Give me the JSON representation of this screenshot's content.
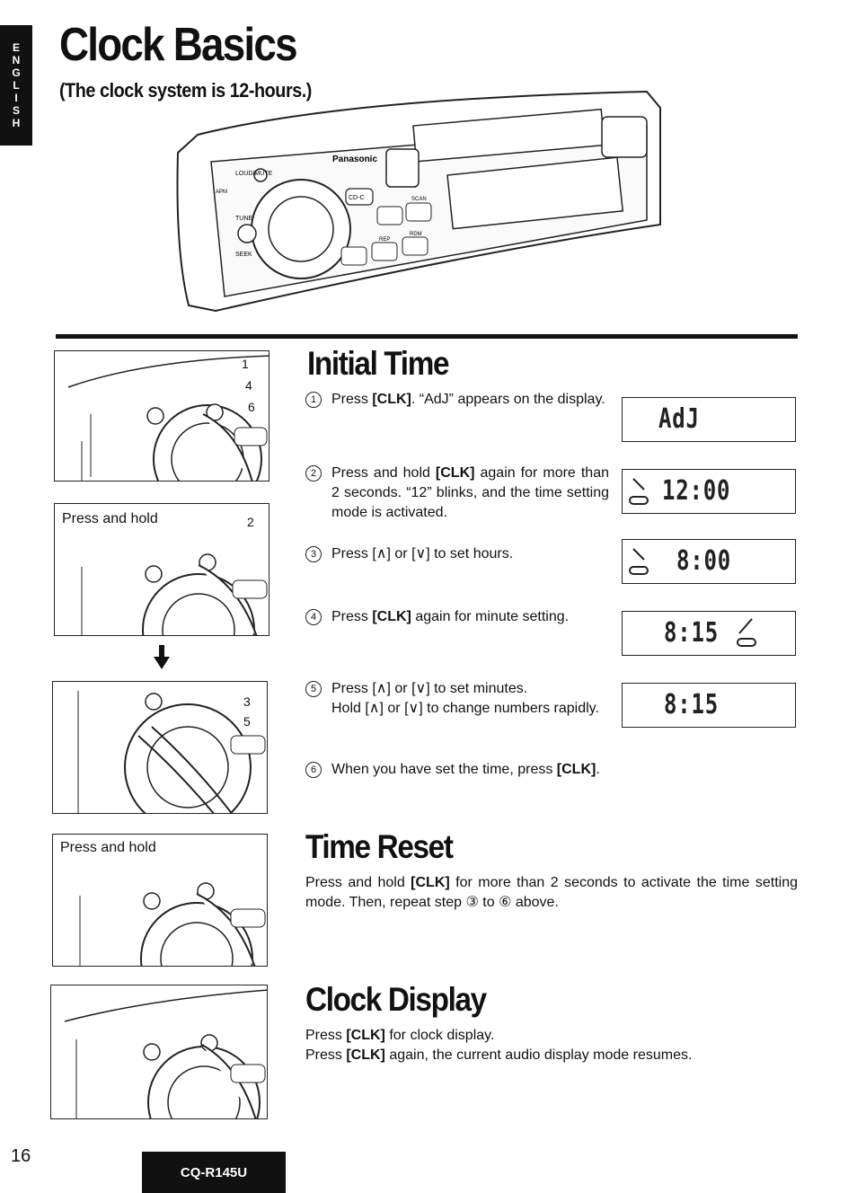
{
  "language_tab": [
    "E",
    "N",
    "G",
    "L",
    "I",
    "S",
    "H"
  ],
  "header": {
    "title": "Clock Basics",
    "subtitle": "(The clock system is 12-hours.)"
  },
  "radio": {
    "brand": "Panasonic",
    "buttons": [
      "LOUD/MUTE",
      "TUNE",
      "SEEK",
      "CD-C",
      "APM",
      "SCAN",
      "REP",
      "RDM"
    ]
  },
  "initial_time": {
    "title": "Initial Time",
    "steps": [
      {
        "num": "1",
        "pre": "Press ",
        "bold": "[CLK]",
        "post": ". “AdJ” appears on the display."
      },
      {
        "num": "2",
        "pre": "Press and hold ",
        "bold": "[CLK]",
        "post": " again for more than 2 seconds. “12” blinks, and the time setting mode is activated."
      },
      {
        "num": "3",
        "pre": "Press [∧] or [∨] to set hours.",
        "bold": "",
        "post": ""
      },
      {
        "num": "4",
        "pre": "Press ",
        "bold": "[CLK]",
        "post": " again for minute setting."
      },
      {
        "num": "5",
        "pre": "Press [∧] or [∨] to set minutes.",
        "bold": "",
        "post": "",
        "extra": "Hold [∧] or [∨] to change numbers rapidly."
      },
      {
        "num": "6",
        "pre": "When you have set the time, press ",
        "bold": "[CLK]",
        "post": "."
      }
    ],
    "displays": [
      "AdJ",
      "12:00",
      "8:00",
      "8:15",
      "8:15"
    ]
  },
  "thumbs": {
    "press_and_hold_1": "Press and hold",
    "press_and_hold_2": "Press and hold",
    "callouts_1": [
      "1",
      "4",
      "6"
    ],
    "callout_2": "2",
    "callouts_3": [
      "3",
      "5"
    ]
  },
  "time_reset": {
    "title": "Time Reset",
    "pre": "Press and hold ",
    "bold": "[CLK]",
    "post": " for more than 2 seconds to activate the time setting mode. Then, repeat step ③ to ⑥ above."
  },
  "clock_display": {
    "title": "Clock Display",
    "line1_pre": "Press ",
    "line1_bold": "[CLK]",
    "line1_post": " for clock display.",
    "line2_pre": "Press ",
    "line2_bold": "[CLK]",
    "line2_post": " again, the current audio display mode resumes."
  },
  "footer": {
    "page_number": "16",
    "model": "CQ-R145U"
  }
}
